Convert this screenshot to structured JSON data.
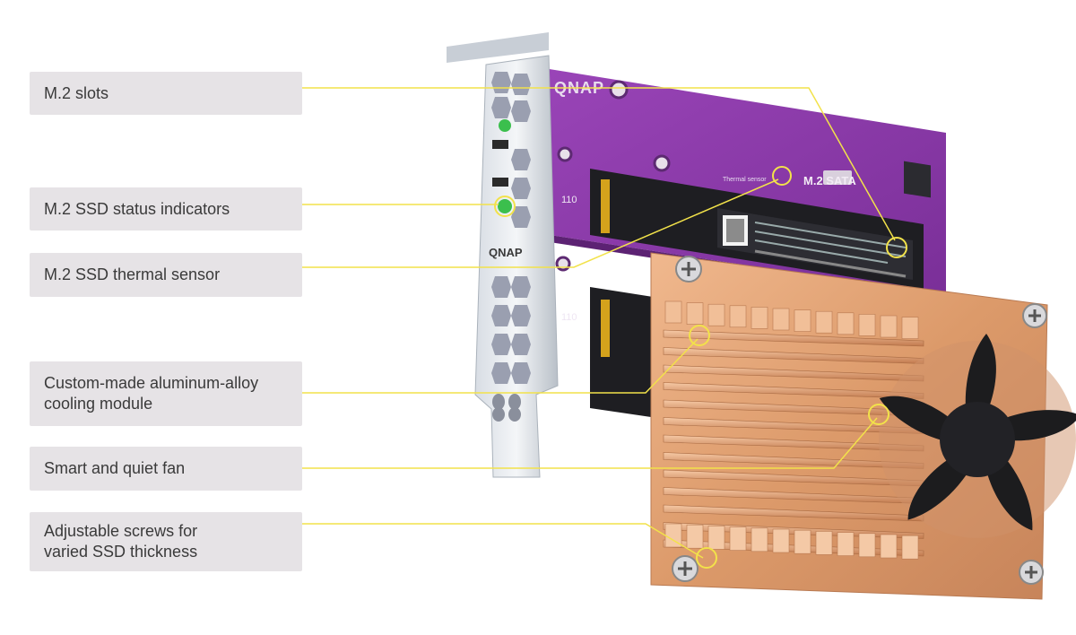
{
  "labels": [
    "M.2 slots",
    "M.2 SSD status indicators",
    "M.2 SSD thermal sensor",
    "Custom-made aluminum-alloy\ncooling module",
    "Smart and quiet fan",
    "Adjustable screws for\nvaried SSD thickness"
  ],
  "card": {
    "brand": "QNAP",
    "slot_type": "M.2 SATA",
    "slot_size_top": "110",
    "slot_size_bottom": "110",
    "sensor_text": "Thermal sensor"
  },
  "colors": {
    "pcb": "#8a3aa8",
    "copper": "#dc9a6a",
    "callout_line": "#f2e24a",
    "label_bg": "#e6e3e6"
  }
}
